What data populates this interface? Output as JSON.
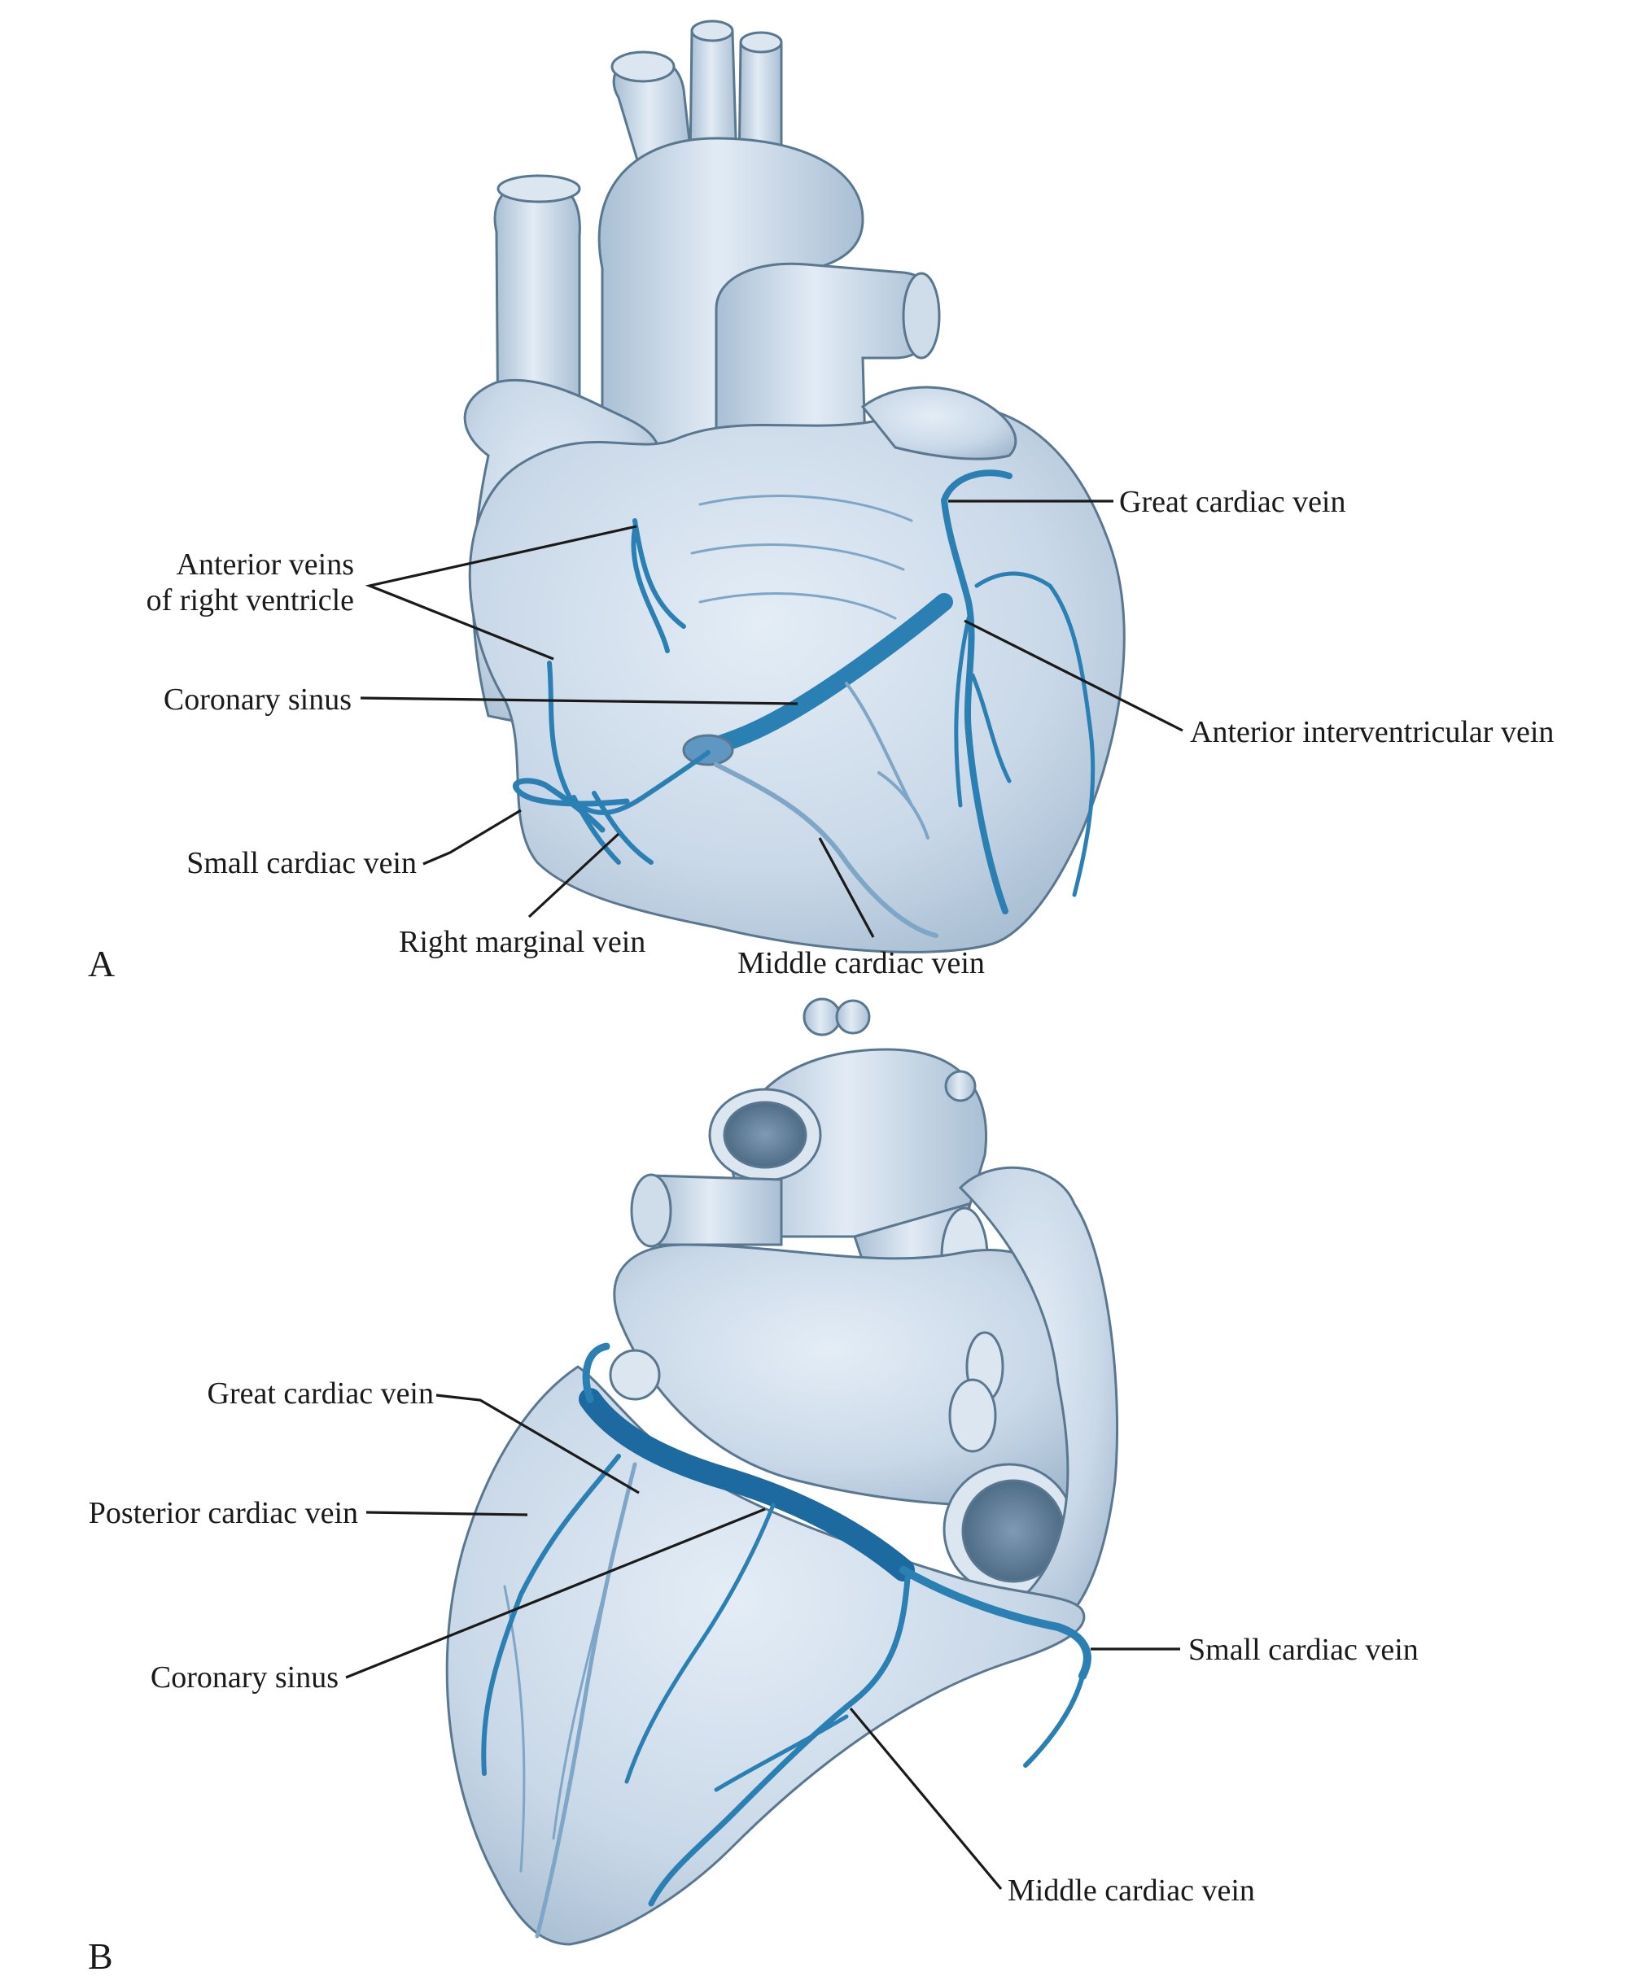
{
  "colors": {
    "heart_fill": "#c9d8e8",
    "heart_shadow": "#9fb6cc",
    "heart_highlight": "#e4edf6",
    "outline": "#5a7790",
    "vein": "#2a7fb3",
    "vein_dark": "#1c6aa0",
    "text": "#1a1a1a"
  },
  "panel_a": {
    "panel_label": "A",
    "labels": {
      "great_cardiac_vein": "Great cardiac vein",
      "anterior_veins_line1": "Anterior veins",
      "anterior_veins_line2": "of right ventricle",
      "coronary_sinus": "Coronary sinus",
      "anterior_interventricular_vein": "Anterior interventricular vein",
      "small_cardiac_vein": "Small cardiac vein",
      "right_marginal_vein": "Right marginal vein",
      "middle_cardiac_vein": "Middle cardiac vein"
    }
  },
  "panel_b": {
    "panel_label": "B",
    "labels": {
      "great_cardiac_vein": "Great cardiac vein",
      "posterior_cardiac_vein": "Posterior cardiac vein",
      "coronary_sinus": "Coronary sinus",
      "small_cardiac_vein": "Small cardiac vein",
      "middle_cardiac_vein": "Middle cardiac vein"
    }
  }
}
